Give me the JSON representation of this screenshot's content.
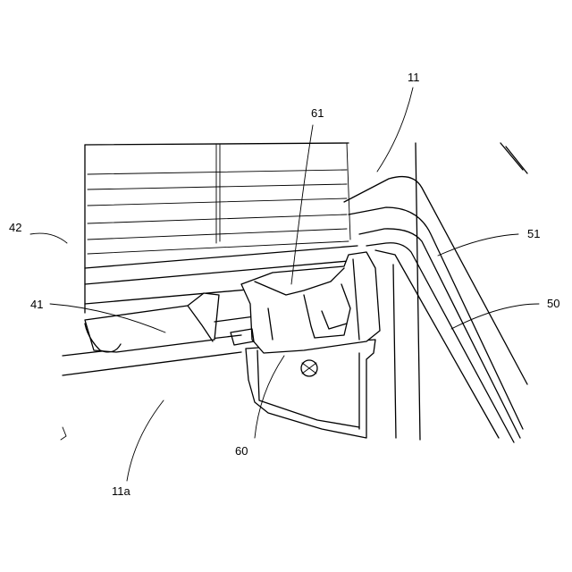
{
  "figure": {
    "labels": {
      "l11": "11",
      "l61": "61",
      "l42": "42",
      "l51": "51",
      "l41": "41",
      "l50": "50",
      "l60": "60",
      "l11a": "11a"
    }
  }
}
